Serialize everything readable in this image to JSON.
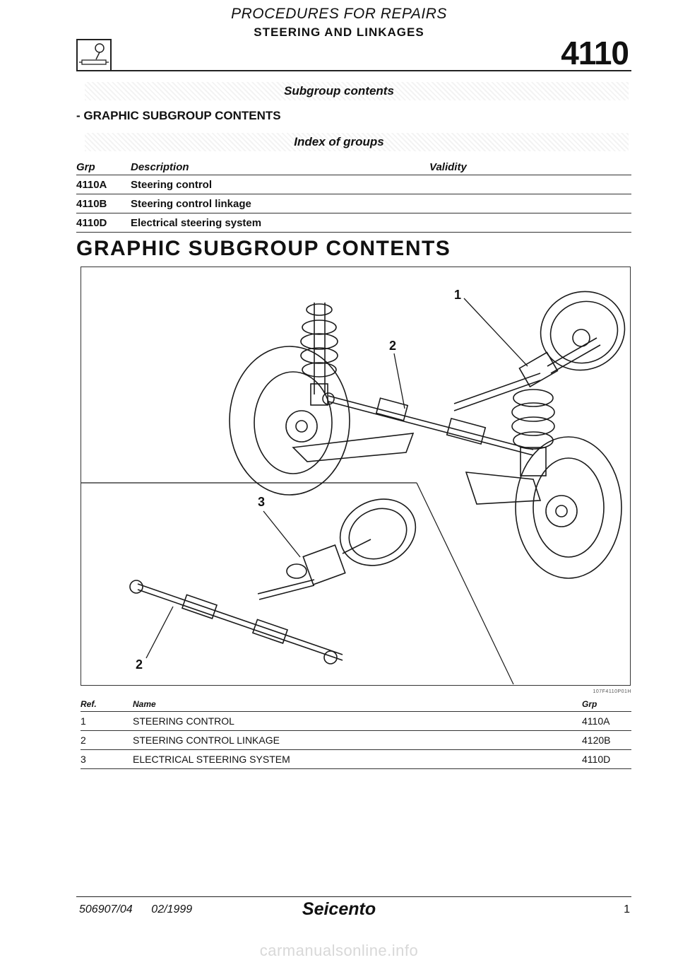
{
  "header": {
    "title": "PROCEDURES FOR REPAIRS",
    "subtitle": "STEERING AND LINKAGES",
    "group_number": "4110",
    "icon": "steering-linkage-icon"
  },
  "contents": {
    "heading": "Subgroup contents",
    "link": "- GRAPHIC SUBGROUP CONTENTS",
    "index_heading": "Index of groups"
  },
  "groups_table": {
    "headers": {
      "grp": "Grp",
      "description": "Description",
      "validity": "Validity"
    },
    "rows": [
      {
        "grp": "4110A",
        "description": "Steering control",
        "validity": ""
      },
      {
        "grp": "4110B",
        "description": "Steering control linkage",
        "validity": ""
      },
      {
        "grp": "4110D",
        "description": "Electrical steering system",
        "validity": ""
      }
    ]
  },
  "graphic": {
    "title": "GRAPHIC SUBGROUP CONTENTS",
    "callouts": [
      "1",
      "2",
      "3",
      "2"
    ],
    "figure_code": "107F4110P01H"
  },
  "ref_table": {
    "headers": {
      "ref": "Ref.",
      "name": "Name",
      "grp": "Grp"
    },
    "rows": [
      {
        "ref": "1",
        "name": "STEERING CONTROL",
        "grp": "4110A"
      },
      {
        "ref": "2",
        "name": "STEERING CONTROL LINKAGE",
        "grp": "4120B"
      },
      {
        "ref": "3",
        "name": "ELECTRICAL STEERING SYSTEM",
        "grp": "4110D"
      }
    ]
  },
  "footer": {
    "doc_code": "506907/04      02/1999",
    "brand": "Seicento",
    "page": "1"
  },
  "watermark": "carmanualsonline.info"
}
